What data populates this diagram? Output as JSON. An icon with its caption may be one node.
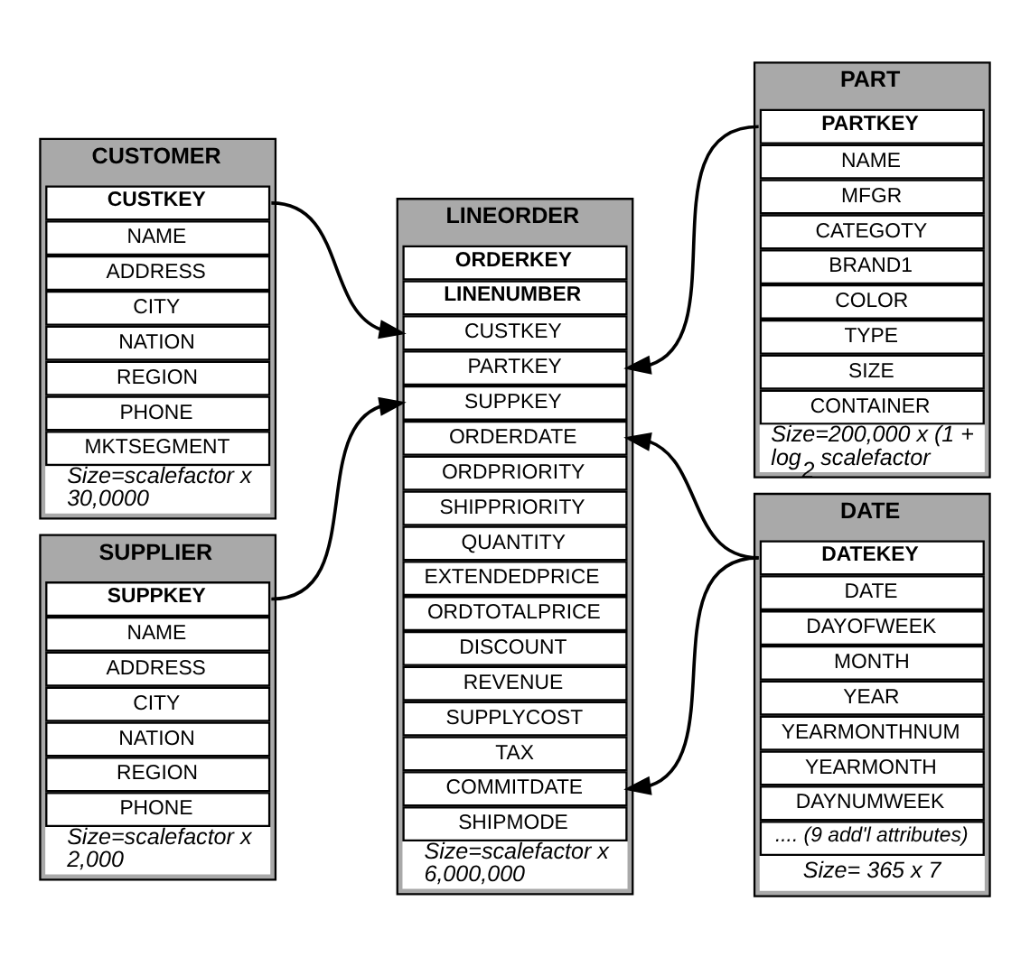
{
  "diagram": {
    "nodes": [
      {
        "text": [
          "CUSTOMER"
        ],
        "beside": [
          "Size=scalefactor x 30,0000"
        ]
      },
      {
        "text": [
          "CUSTKEY"
        ],
        "in": 0
      },
      {
        "text": [
          "NAME"
        ],
        "in": 0
      },
      {
        "text": [
          "ADDRESS"
        ],
        "in": 0
      },
      {
        "text": [
          "CITY"
        ],
        "in": 0
      },
      {
        "text": [
          "NATION"
        ],
        "in": 0
      },
      {
        "text": [
          "REGION"
        ],
        "in": 0
      },
      {
        "text": [
          "PHONE"
        ],
        "in": 0
      },
      {
        "text": [
          "MKTSEGMENT"
        ],
        "in": 0
      },
      {
        "text": [
          "SUPPLIER"
        ],
        "beside": [
          "Size=scalefactor x 2,000"
        ]
      },
      {
        "text": [
          "SUPPKEY"
        ],
        "in": 9
      },
      {
        "text": [
          "NAME"
        ],
        "in": 9
      },
      {
        "text": [
          "ADDRESS"
        ],
        "in": 9
      },
      {
        "text": [
          "CITY"
        ],
        "in": 9
      },
      {
        "text": [
          "NATION"
        ],
        "in": 9
      },
      {
        "text": [
          "REGION"
        ],
        "in": 9
      },
      {
        "text": [
          "PHONE"
        ],
        "in": 9
      },
      {
        "text": [
          "LINEORDER"
        ],
        "beside": [
          "Size=scalefactor x 6,000,000"
        ]
      },
      {
        "text": [
          "ORDERKEY"
        ],
        "in": 17
      },
      {
        "text": [
          "LINENUMBER"
        ],
        "in": 17
      },
      {
        "text": [
          "CUSTKEY"
        ],
        "in": 17
      },
      {
        "text": [
          "PARTKEY"
        ],
        "in": 17
      },
      {
        "text": [
          "SUPPKEY"
        ],
        "in": 17
      },
      {
        "text": [
          "ORDERDATE"
        ],
        "in": 17
      },
      {
        "text": [
          "ORDPRIORITY"
        ],
        "in": 17
      },
      {
        "text": [
          "SHIPPRIORITY"
        ],
        "in": 17
      },
      {
        "text": [
          "QUANTITY"
        ],
        "in": 17
      },
      {
        "text": [
          "EXTENDEDPRICE"
        ],
        "in": 17
      },
      {
        "text": [
          "ORDTOTALPRICE"
        ],
        "in": 17
      },
      {
        "text": [
          "DISCOUNT"
        ],
        "in": 17
      },
      {
        "text": [
          "REVENUE"
        ],
        "in": 17
      },
      {
        "text": [
          "SUPPLYCOST"
        ],
        "in": 17
      },
      {
        "text": [
          "TAX"
        ],
        "in": 17
      },
      {
        "text": [
          "COMMITDATE"
        ],
        "in": 17
      },
      {
        "text": [
          "SHIPMODE"
        ],
        "in": 17
      },
      {
        "text": [
          "PART"
        ],
        "beside": [
          "Size=200,000 x (1 + log$_{2}$ scalefactor"
        ]
      },
      {
        "text": [
          "PARTKEY"
        ],
        "in": 35
      },
      {
        "text": [
          "NAME"
        ],
        "in": 35
      },
      {
        "text": [
          "MFGR"
        ],
        "in": 35
      },
      {
        "text": [
          "CATEGOTY"
        ],
        "in": 35
      },
      {
        "text": [
          "BRAND1"
        ],
        "in": 35
      },
      {
        "text": [
          "COLOR"
        ],
        "in": 35
      },
      {
        "text": [
          "TYPE"
        ],
        "in": 35
      },
      {
        "text": [
          "SIZE"
        ],
        "in": 35
      },
      {
        "text": [
          "CONTAINER"
        ],
        "in": 35
      },
      {
        "text": [
          "DATE"
        ],
        "beside": [
          "Size= 365 x 7"
        ]
      },
      {
        "text": [
          "DATEKEY"
        ],
        "in": 45
      },
      {
        "text": [
          "DATE"
        ],
        "in": 45
      },
      {
        "text": [
          "DAYOFWEEK"
        ],
        "in": 45
      },
      {
        "text": [
          "MONTH"
        ],
        "in": 45
      },
      {
        "text": [
          "YEAR"
        ],
        "in": 45
      },
      {
        "text": [
          "YEARMONTHNUM"
        ],
        "in": 45
      },
      {
        "text": [
          "YEARMONTH"
        ],
        "in": 45
      },
      {
        "text": [
          "DAYNUMWEEK"
        ],
        "in": 45
      },
      {
        "text": [
          ".... (9 add'l attributes)"
        ],
        "in": 45
      }
    ],
    "edges": [
      {
        "from": 1,
        "to": 20,
        "arrow": "to"
      },
      {
        "from": 10,
        "to": 22,
        "arrow": "to"
      },
      {
        "from": 36,
        "to": 21,
        "arrow": "to"
      },
      {
        "from": 46,
        "to": 23,
        "arrow": "to"
      },
      {
        "from": 46,
        "to": 33,
        "arrow": "to"
      }
    ]
  }
}
